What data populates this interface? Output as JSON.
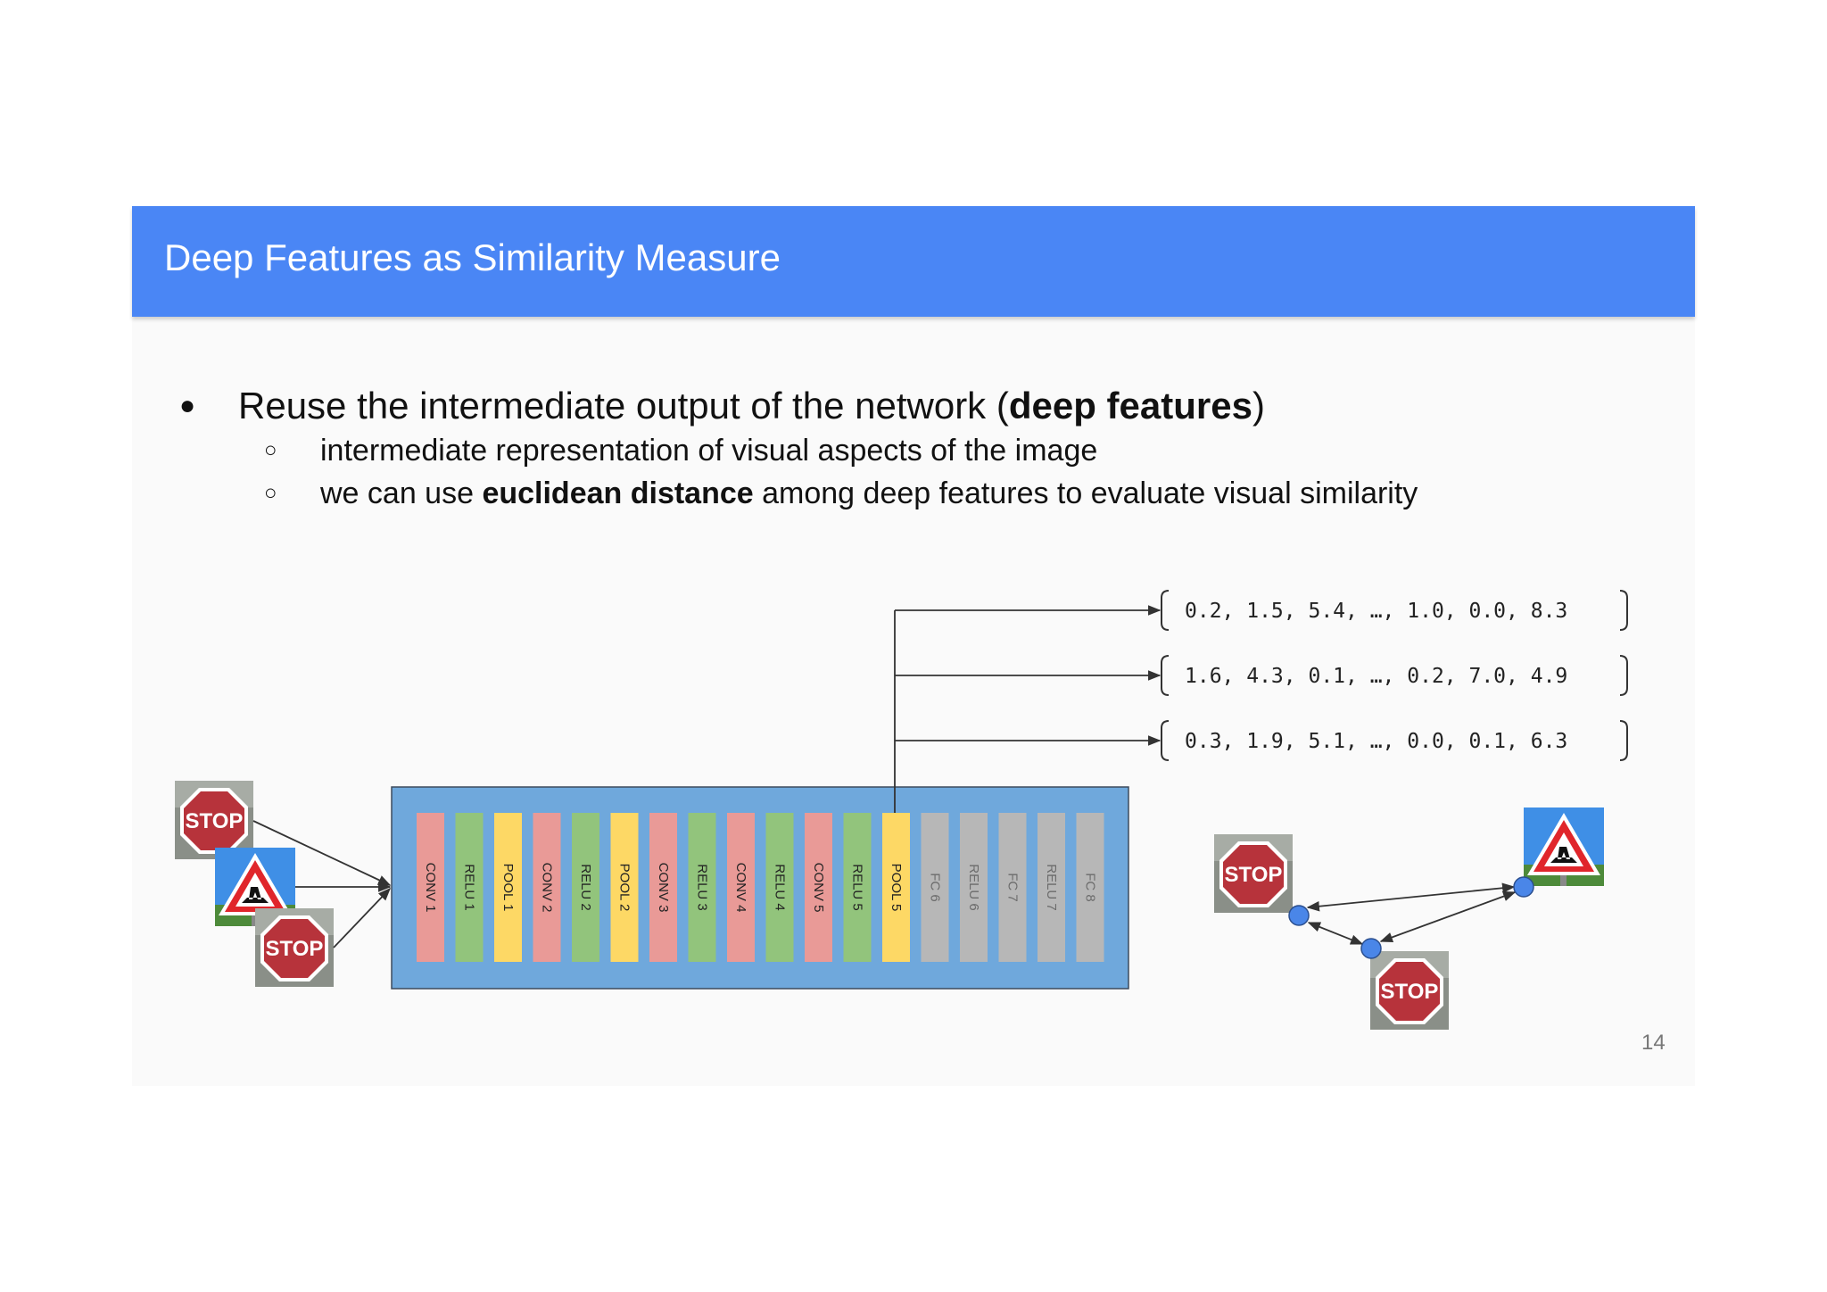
{
  "slide": {
    "title": "Deep Features as Similarity Measure",
    "page_number": "14"
  },
  "bullets": {
    "main": {
      "before": "Reuse the intermediate output of the network (",
      "bold": "deep features",
      "after": ")"
    },
    "sub1": {
      "text": "intermediate representation of visual aspects of the image"
    },
    "sub2": {
      "before": "we can use ",
      "bold": "euclidean distance",
      "after": " among deep features to evaluate visual similarity"
    }
  },
  "network": {
    "layers": [
      {
        "label": "CONV 1",
        "kind": "conv"
      },
      {
        "label": "RELU 1",
        "kind": "relu"
      },
      {
        "label": "POOL 1",
        "kind": "pool"
      },
      {
        "label": "CONV 2",
        "kind": "conv"
      },
      {
        "label": "RELU 2",
        "kind": "relu"
      },
      {
        "label": "POOL 2",
        "kind": "pool"
      },
      {
        "label": "CONV 3",
        "kind": "conv"
      },
      {
        "label": "RELU 3",
        "kind": "relu"
      },
      {
        "label": "CONV 4",
        "kind": "conv"
      },
      {
        "label": "RELU 4",
        "kind": "relu"
      },
      {
        "label": "CONV 5",
        "kind": "conv"
      },
      {
        "label": "RELU 5",
        "kind": "relu"
      },
      {
        "label": "POOL 5",
        "kind": "pool"
      },
      {
        "label": "FC 6",
        "kind": "fc"
      },
      {
        "label": "RELU 6",
        "kind": "fc"
      },
      {
        "label": "FC 7",
        "kind": "fc"
      },
      {
        "label": "RELU 7",
        "kind": "fc"
      },
      {
        "label": "FC 8",
        "kind": "fc"
      }
    ],
    "tap_layer": "POOL 5",
    "colors": {
      "conv": "#e99a97",
      "relu": "#92c47c",
      "pool": "#fdd865",
      "fc": "#b7b7b7",
      "container": "#6fa8dc",
      "node": "#4a86e8"
    }
  },
  "feature_vectors": [
    "0.2, 1.5, 5.4, …, 1.0, 0.0, 8.3",
    "1.6, 4.3, 0.1, …, 0.2, 7.0, 4.9",
    "0.3, 1.9, 5.1, …, 0.0, 0.1, 6.3"
  ],
  "images": {
    "stop_sign_text": "STOP",
    "input_stack": [
      "stop-sign",
      "roadwork-sign",
      "stop-sign"
    ],
    "embedding_nodes": [
      "stop-sign",
      "stop-sign",
      "roadwork-sign"
    ]
  }
}
